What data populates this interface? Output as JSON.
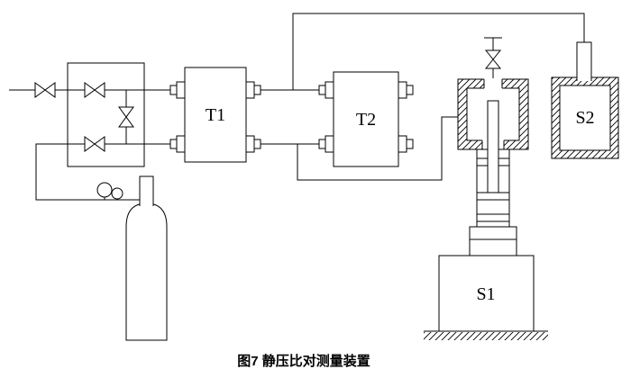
{
  "figure": {
    "caption": "图7 静压比对测量装置",
    "labels": {
      "t1": "T1",
      "t2": "T2",
      "s1": "S1",
      "s2": "S2"
    },
    "colors": {
      "line": "#000000",
      "background": "#ffffff"
    }
  }
}
